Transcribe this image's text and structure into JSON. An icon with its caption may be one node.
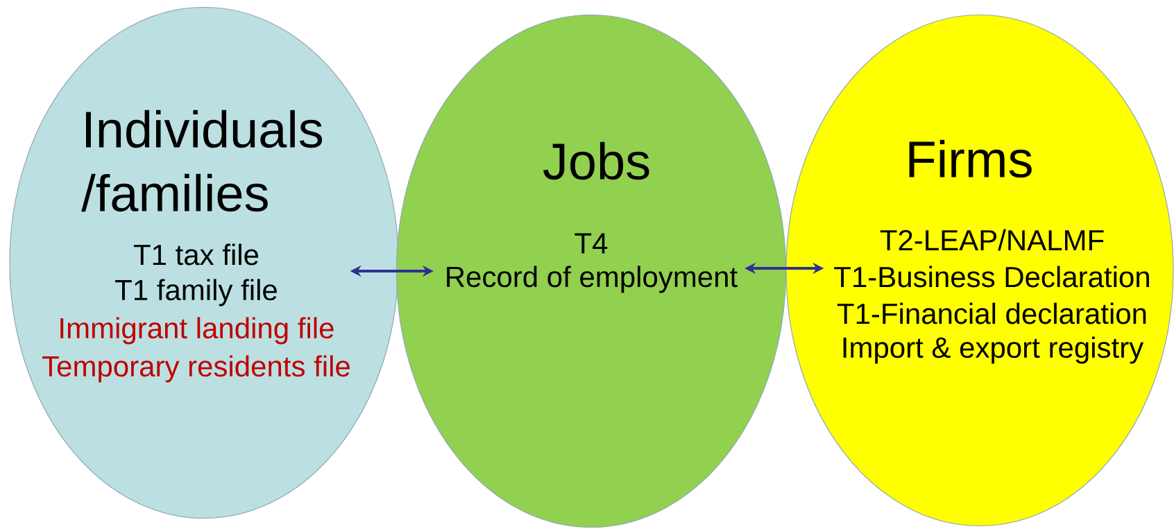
{
  "diagram": {
    "nodes": [
      {
        "text": [
          "Individuals /families",
          "T1 tax file",
          "T1 family file",
          "Immigrant landing file",
          "Temporary residents file"
        ]
      },
      {
        "text": [
          "Jobs",
          "T4",
          "Record of employment"
        ]
      },
      {
        "text": [
          "Firms",
          "T2-LEAP/NALMF",
          "T1-Business Declaration",
          "T1-Financial declaration",
          "Import & export registry"
        ]
      }
    ],
    "edges": [
      {
        "from": 0,
        "to": 1,
        "arrow": "both"
      },
      {
        "from": 1,
        "to": 2,
        "arrow": "both"
      }
    ]
  }
}
